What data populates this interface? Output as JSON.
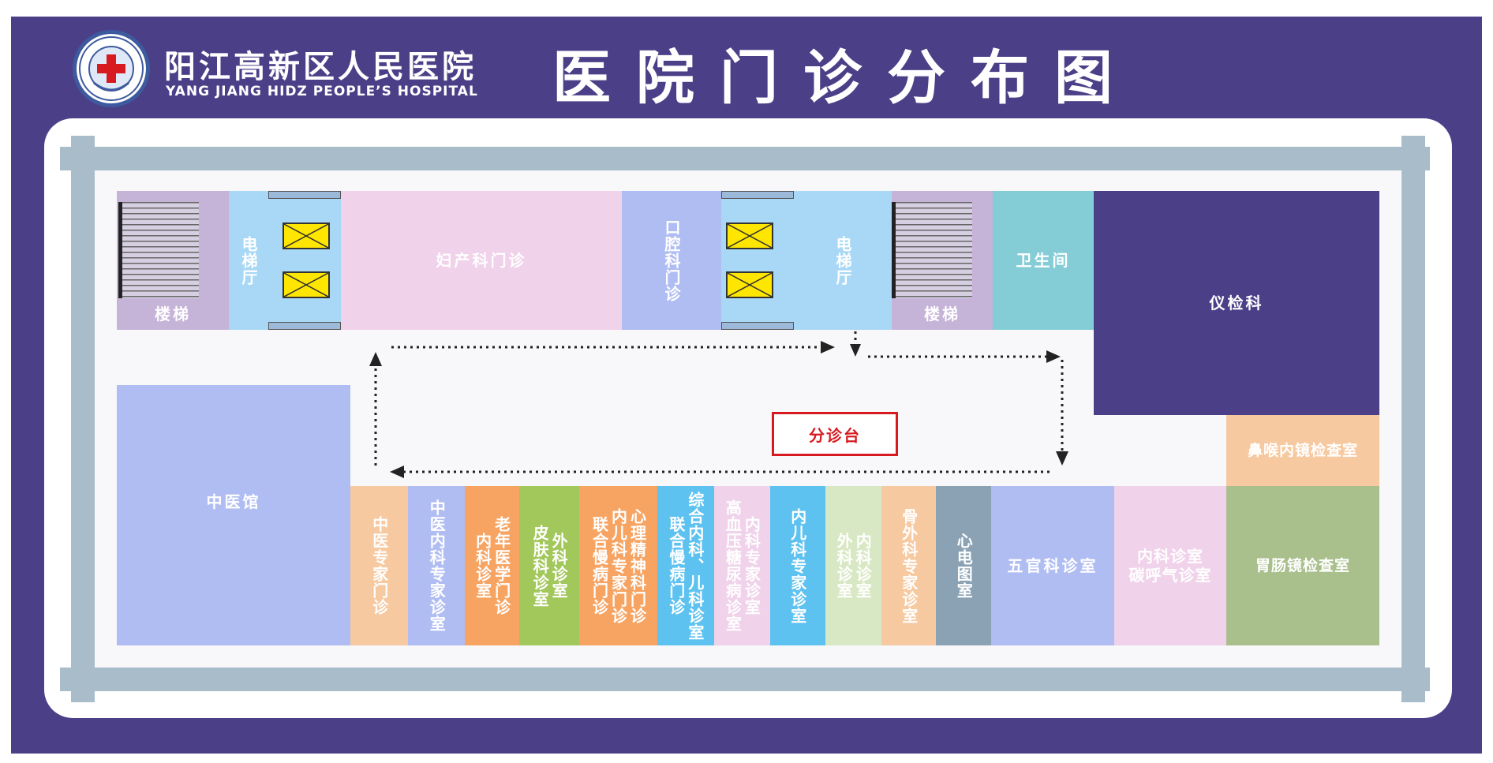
{
  "header": {
    "hospital_name": "阳江高新区人民医院",
    "hospital_name_en": "YANG JIANG HIDZ PEOPLE’S HOSPITAL",
    "title": "医院门诊分布图"
  },
  "top_row": {
    "stairs_left": "楼梯",
    "elevator_hall_left": "电梯厅",
    "gynecology": "妇产科门诊",
    "dental": "口腔科门诊",
    "elevator_hall_right": "电梯厅",
    "stairs_right": "楼梯",
    "restroom": "卫生间",
    "instrument_exam": "仪检科"
  },
  "tcm_hall": "中医馆",
  "triage_desk": "分诊台",
  "ent_exam": "鼻喉内镜检查室",
  "bottom_rooms": [
    {
      "cols": [
        "中医专家门诊"
      ],
      "color": "#f7c9a0"
    },
    {
      "cols": [
        "中医内科专家诊室"
      ],
      "color": "#b0bdf2"
    },
    {
      "cols": [
        "老年医学门诊",
        "内科诊室"
      ],
      "color": "#f7a463"
    },
    {
      "cols": [
        "外科诊室",
        "皮肤科诊室"
      ],
      "color": "#a2c75b"
    },
    {
      "cols": [
        "心理精神科门诊",
        "内儿科专家门诊",
        "联合慢病门诊"
      ],
      "color": "#f7a463"
    },
    {
      "cols": [
        "综合内科、儿科诊室",
        "联合慢病门诊"
      ],
      "color": "#5ec2f0"
    },
    {
      "cols": [
        "内科专家诊室",
        "高血压糖尿病诊室"
      ],
      "color": "#f0d2ea"
    },
    {
      "cols": [
        "内儿科专家诊室"
      ],
      "color": "#5ec2f0"
    },
    {
      "cols": [
        "内科诊室",
        "外科诊室"
      ],
      "color": "#d9e8c4"
    },
    {
      "cols": [
        "骨外科专家诊室"
      ],
      "color": "#f7c9a0"
    },
    {
      "cols": [
        "心电图室"
      ],
      "color": "#8aa2b4"
    }
  ],
  "wuguan": "五官科诊室",
  "neike_breath": [
    "内科诊室",
    "碳呼气诊室"
  ],
  "gastroscopy": "胃肠镜检查室",
  "colors": {
    "board": "#4b3f88",
    "wall": "#a9bcc9",
    "stairs": "#c5b3d8",
    "elevator": "#a8d8f5",
    "gynecology": "#f0d2ea",
    "dental": "#b0bdf2",
    "restroom": "#84cdd6",
    "instrument_exam": "#4b3f88",
    "tcm_hall": "#b0bdf2",
    "ent_exam": "#f7c9a0",
    "wuguan": "#b0bdf2",
    "neike_breath": "#f0d2ea",
    "gastroscopy": "#a9bf8c",
    "triage_border": "#d71920"
  }
}
